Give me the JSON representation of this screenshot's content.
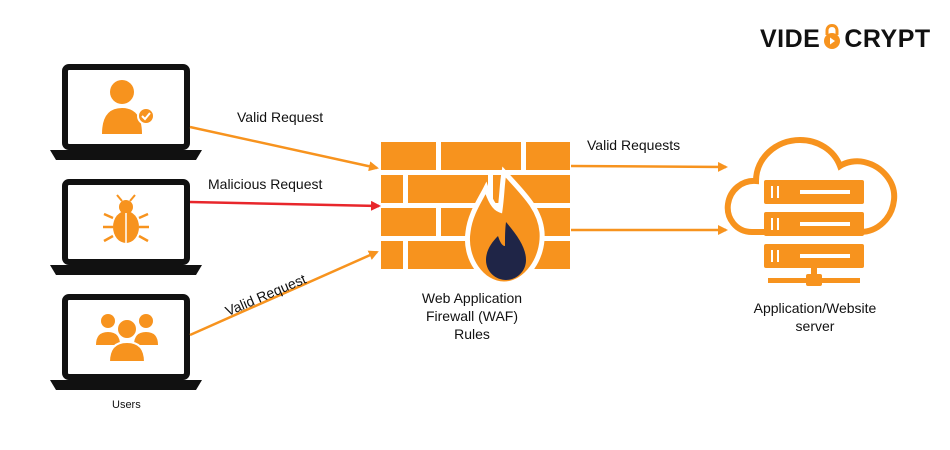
{
  "logo": {
    "text_left": "VIDE",
    "text_right": "CRYPT"
  },
  "users_label": "Users",
  "requests": {
    "top": "Valid Request",
    "middle": "Malicious Request",
    "bottom": "Valid Request",
    "to_server": "Valid Requests"
  },
  "waf": {
    "line1": "Web Application",
    "line2": "Firewall (WAF)",
    "line3": "Rules"
  },
  "server": {
    "line1": "Application/Website",
    "line2": "server"
  },
  "colors": {
    "accent": "#f7931e",
    "malicious": "#e8262b",
    "dark": "#111111",
    "flame_core": "#1f2547"
  },
  "icons": [
    "laptop-icon",
    "user-check-icon",
    "bug-icon",
    "user-group-icon",
    "firewall-icon",
    "flame-icon",
    "cloud-server-icon",
    "padlock-icon"
  ]
}
